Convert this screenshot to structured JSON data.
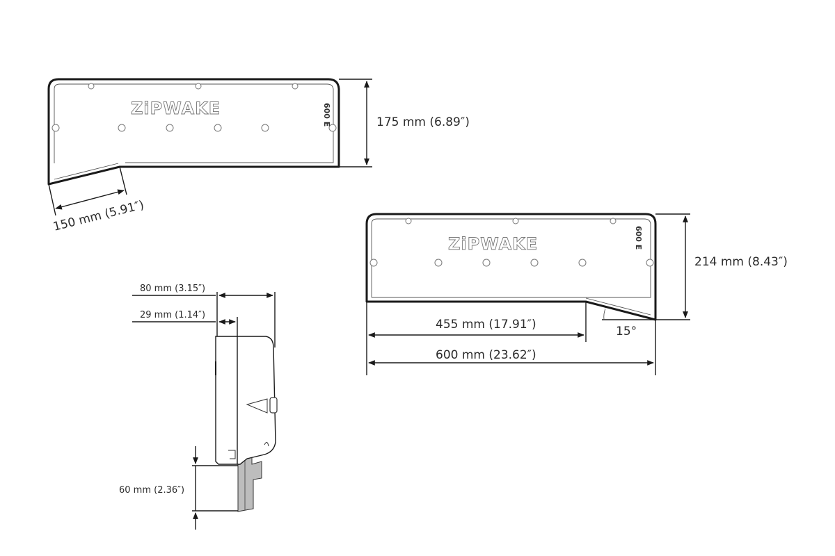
{
  "diagram": {
    "subject": "Zipwake interceptor 600 E dimension drawing",
    "brand_logo": "ZiPWAKE",
    "model_label": "600 E",
    "colors": {
      "line": "#1a1a1a",
      "text": "#2b2b2b",
      "bracket": "#bdbdbd",
      "background": "#ffffff"
    }
  },
  "views": {
    "small_front": {
      "height_label": "175 mm (6.89″)",
      "cable_length_label": "150 mm (5.91″)"
    },
    "large_front": {
      "height_label": "214 mm (8.43″)",
      "width_inner_label": "455 mm (17.91″)",
      "width_total_label": "600 mm (23.62″)",
      "angle_label": "15°"
    },
    "side": {
      "depth_total_label": "80 mm (3.15″)",
      "depth_body_label": "29 mm (1.14″)",
      "bracket_label": "60 mm (2.36″)"
    }
  }
}
